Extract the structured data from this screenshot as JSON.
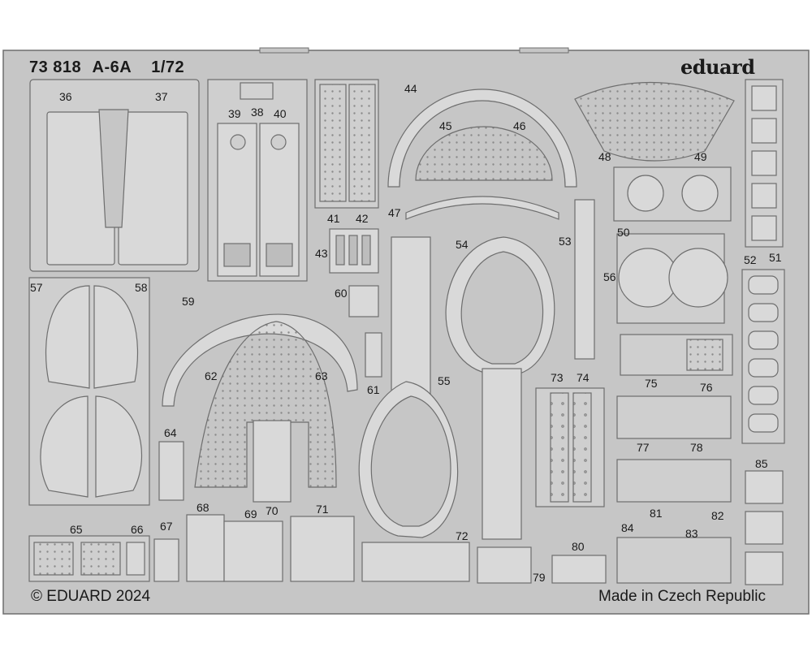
{
  "header": {
    "code": "73 818",
    "model": "A-6A",
    "scale": "1/72",
    "brand": "eduard"
  },
  "footer": {
    "copyright": "© EDUARD 2024",
    "origin": "Made in Czech Republic"
  },
  "part_numbers": [
    "36",
    "37",
    "38",
    "39",
    "40",
    "41",
    "42",
    "43",
    "44",
    "45",
    "46",
    "47",
    "48",
    "49",
    "50",
    "51",
    "52",
    "53",
    "54",
    "55",
    "56",
    "57",
    "58",
    "59",
    "60",
    "61",
    "62",
    "63",
    "64",
    "65",
    "66",
    "67",
    "68",
    "69",
    "70",
    "71",
    "72",
    "73",
    "74",
    "75",
    "76",
    "77",
    "78",
    "79",
    "80",
    "81",
    "82",
    "83",
    "84",
    "85"
  ],
  "colors": {
    "fret": "#c8c8c8",
    "part": "#d9d9d9",
    "outline": "#6e6e6e",
    "text": "#1a1a1a"
  }
}
